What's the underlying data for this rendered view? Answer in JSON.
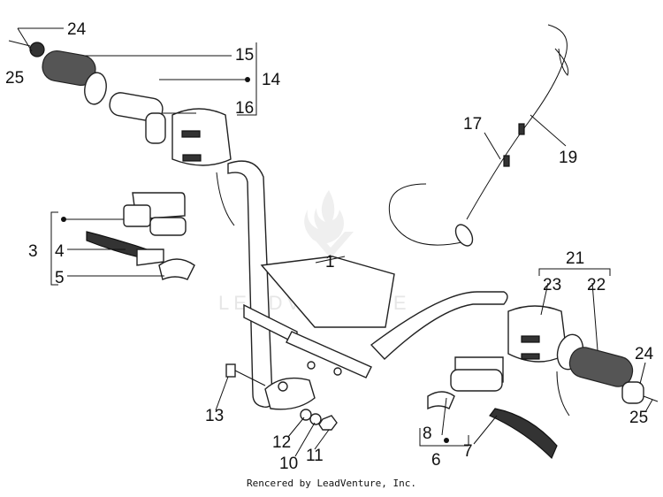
{
  "diagram": {
    "callouts": {
      "c1": "1",
      "c3": "3",
      "c4": "4",
      "c5": "5",
      "c6": "6",
      "c7": "7",
      "c8": "8",
      "c10": "10",
      "c11": "11",
      "c12": "12",
      "c13": "13",
      "c14": "14",
      "c15": "15",
      "c16": "16",
      "c17": "17",
      "c19": "19",
      "c21": "21",
      "c22": "22",
      "c23": "23",
      "c24a": "24",
      "c25a": "25",
      "c24b": "24",
      "c25b": "25"
    },
    "watermark": "LEADVENTURE",
    "footer": "Rencered by LeadVenture, Inc."
  }
}
